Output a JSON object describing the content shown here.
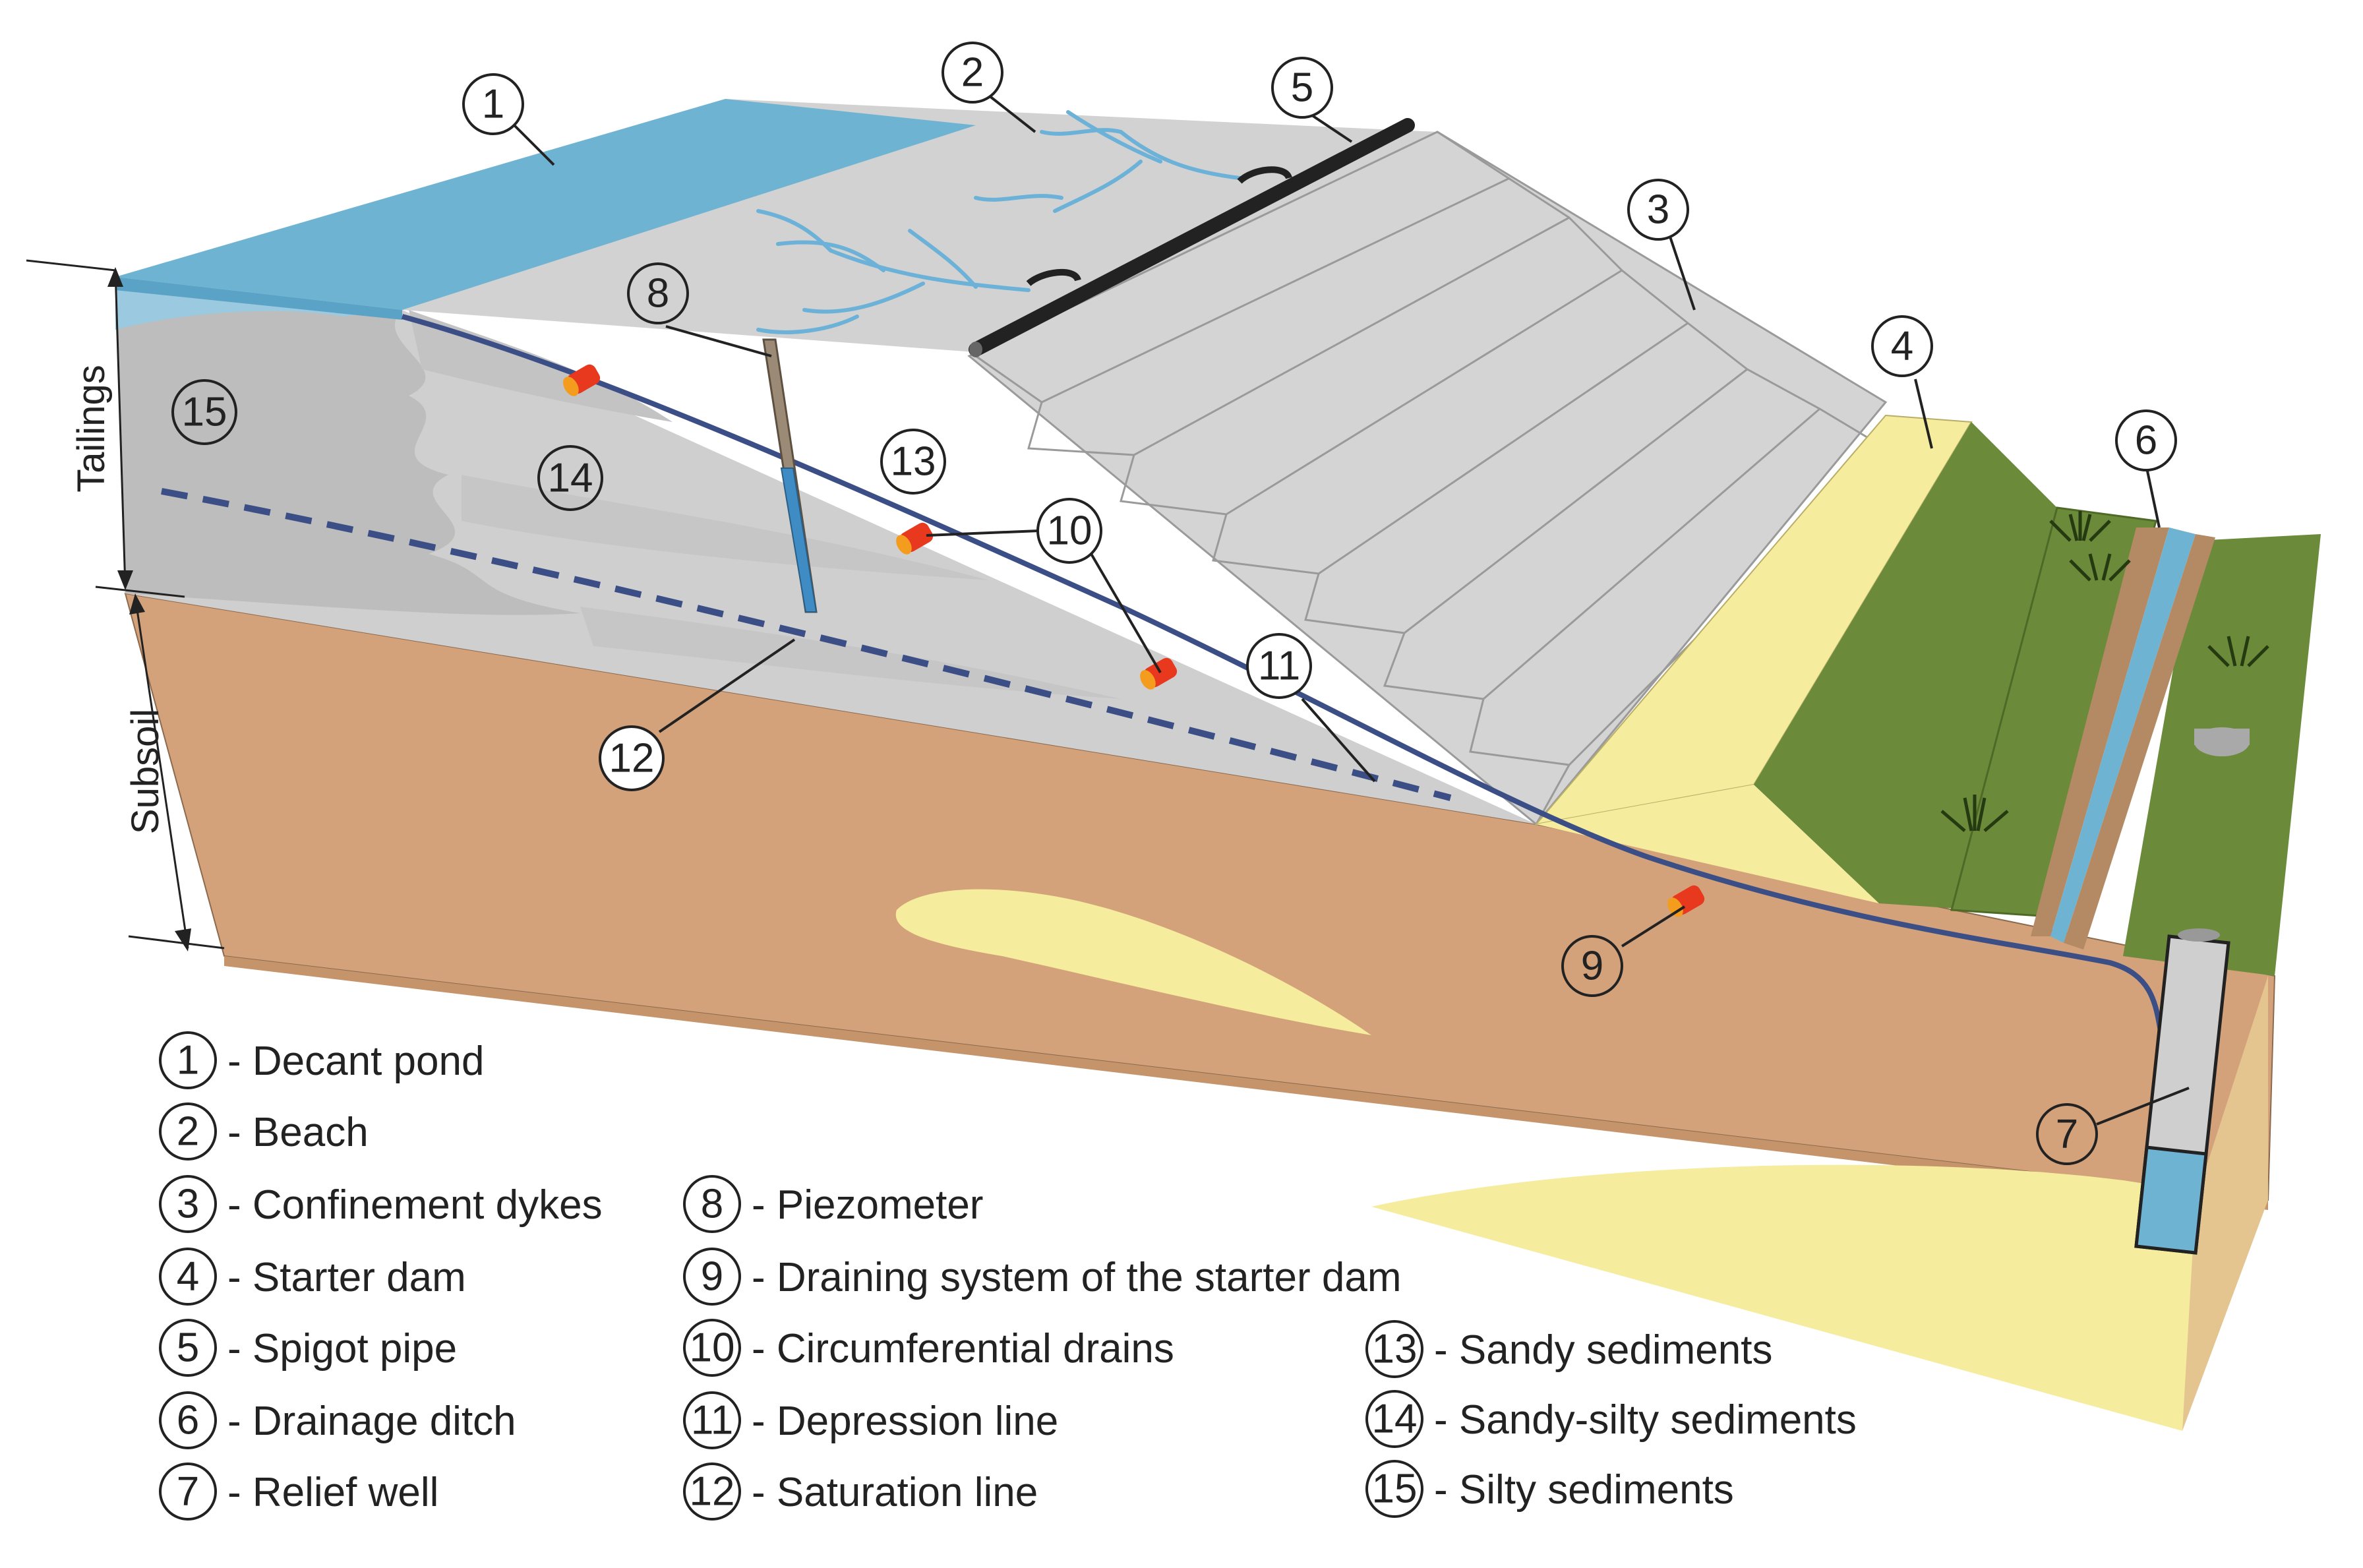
{
  "diagram": {
    "layers": {
      "tailings_label": "Tailings",
      "subsoil_label": "Subsoil"
    },
    "callouts": [
      "1",
      "2",
      "3",
      "4",
      "5",
      "6",
      "7",
      "8",
      "9",
      "10",
      "11",
      "12",
      "13",
      "14",
      "15"
    ],
    "legend": [
      {
        "num": "1",
        "text": "- Decant pond"
      },
      {
        "num": "2",
        "text": "- Beach"
      },
      {
        "num": "3",
        "text": "- Confinement dykes"
      },
      {
        "num": "4",
        "text": "- Starter dam"
      },
      {
        "num": "5",
        "text": "- Spigot pipe"
      },
      {
        "num": "6",
        "text": "- Drainage ditch"
      },
      {
        "num": "7",
        "text": "- Relief well"
      },
      {
        "num": "8",
        "text": "- Piezometer"
      },
      {
        "num": "9",
        "text": "- Draining system of the starter dam"
      },
      {
        "num": "10",
        "text": "- Circumferential drains"
      },
      {
        "num": "11",
        "text": "- Depression line"
      },
      {
        "num": "12",
        "text": "- Saturation line"
      },
      {
        "num": "13",
        "text": "- Sandy sediments"
      },
      {
        "num": "14",
        "text": "- Sandy-silty sediments"
      },
      {
        "num": "15",
        "text": "- Silty sediments"
      }
    ],
    "colors": {
      "water": "#6fb3d3",
      "tailings_light": "#d6d6d6",
      "tailings_silty": "#bdbdbd",
      "subsoil": "#d4a27a",
      "sand": "#f6ec9e",
      "grass": "#6b8a3a",
      "pipe": "#222222",
      "drain": "#e8381e",
      "line": "#3b4f86"
    }
  }
}
